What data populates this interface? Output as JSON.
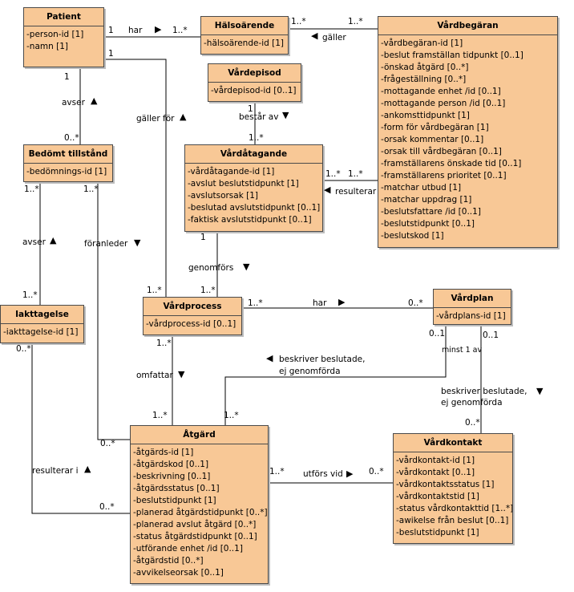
{
  "classes": {
    "patient": {
      "name": "Patient",
      "attrs": [
        "-person-id [1]",
        "-namn [1]"
      ]
    },
    "halsoarende": {
      "name": "Hälsoärende",
      "attrs": [
        "-hälsoärende-id [1]"
      ]
    },
    "vardbegaran": {
      "name": "Vårdbegäran",
      "attrs": [
        "-vårdbegäran-id [1]",
        "-beslut framställan tidpunkt [0..1]",
        "-önskad åtgärd [0..*]",
        "-frågeställning [0..*]",
        "-mottagande enhet /id [0..1]",
        "-mottagande person /id [0..1]",
        "-ankomsttidpunkt [1]",
        "-form för vårdbegäran [1]",
        "-orsak kommentar [0..1]",
        "-orsak till vårdbegäran [0..1]",
        "-framställarens önskade tid [0..1]",
        "-framställarens prioritet [0..1]",
        "-matchar utbud [1]",
        "-matchar uppdrag [1]",
        "-beslutsfattare /id [0..1]",
        "-beslutstidpunkt [0..1]",
        "-beslutskod [1]"
      ]
    },
    "vardepisod": {
      "name": "Vårdepisod",
      "attrs": [
        "-vårdepisod-id [0..1]"
      ]
    },
    "bedomt": {
      "name": "Bedömt tillstånd",
      "attrs": [
        "-bedömnings-id [1]"
      ]
    },
    "vardatagande": {
      "name": "Vårdåtagande",
      "attrs": [
        "-vårdåtagande-id [1]",
        "-avslut beslutstidpunkt [1]",
        "-avslutsorsak [1]",
        "-beslutad avslutstidpunkt [0..1]",
        "-faktisk avslutstidpunkt [0..1]"
      ]
    },
    "iakttagelse": {
      "name": "Iakttagelse",
      "attrs": [
        "-iakttagelse-id [1]"
      ]
    },
    "vardprocess": {
      "name": "Vårdprocess",
      "attrs": [
        "-vårdprocess-id [0..1]"
      ]
    },
    "vardplan": {
      "name": "Vårdplan",
      "attrs": [
        "-vårdplans-id [1]"
      ]
    },
    "atgard": {
      "name": "Åtgärd",
      "attrs": [
        "-åtgärds-id [1]",
        "-åtgärdskod [0..1]",
        "-beskrivning [0..1]",
        "-åtgärdsstatus [0..1]",
        "-beslutstidpunkt [1]",
        "-planerad åtgärdstidpunkt [0..*]",
        "-planerad avslut åtgärd [0..*]",
        "-status åtgärdstidpunkt [0..1]",
        "-utförande enhet /id [0..1]",
        "-åtgärdstid [0..*]",
        "-avvikelseorsak [0..1]"
      ]
    },
    "vardkontakt": {
      "name": "Vårdkontakt",
      "attrs": [
        "-vårdkontakt-id [1]",
        "-vårdkontakt [0..1]",
        "-vårdkontaktsstatus [1]",
        "-vårdkontaktstid [1]",
        "-status vårdkontakttid [1..*]",
        "-awikelse från beslut [0..1]",
        "-beslutstidpunkt [1]"
      ]
    }
  },
  "associations": {
    "har1": "har",
    "galler": "gäller",
    "avser1": "avser",
    "galler_for": "gäller för",
    "bestar_av": "består av",
    "resulterar": "resulterar",
    "avser2": "avser",
    "foranleder": "föranleder",
    "genomfors": "genomförs",
    "har2": "har",
    "omfattar": "omfattar",
    "beskriver1_a": "beskriver beslutade,",
    "beskriver1_b": "ej genomförda",
    "minst": "minst 1 av",
    "beskriver2_a": "beskriver beslutade,",
    "beskriver2_b": "ej genomförda",
    "resulterar_i": "resulterar i",
    "utfors_vid": "utförs vid"
  },
  "multiplicities": {
    "pat_har": "1",
    "hals_har": "1..*",
    "hals_gal": "1..*",
    "vb_gal": "1..*",
    "pat_avser": "1",
    "bt_avser": "0..*",
    "pat_galler": "1",
    "vep_bestar": "1",
    "vat_bestar": "1..*",
    "vat_res": "1..*",
    "vb_res": "1..*",
    "bt_left": "1..*",
    "bt_right": "1..*",
    "iak_top": "1..*",
    "vp_top_left": "1..*",
    "vp_top_right": "1..*",
    "vat_gen": "1",
    "vp_har": "1..*",
    "vpl_har": "0..*",
    "vp_bottom": "1..*",
    "vpl_left": "0..1",
    "vpl_right": "0..1",
    "iak_bottom": "0..*",
    "atg_top_left": "1..*",
    "atg_top_right": "1..*",
    "atg_foranleder": "0..*",
    "vk_top": "0..*",
    "atg_utfors": "1..*",
    "vk_utfors": "0..*",
    "atg_res": "0..*"
  }
}
